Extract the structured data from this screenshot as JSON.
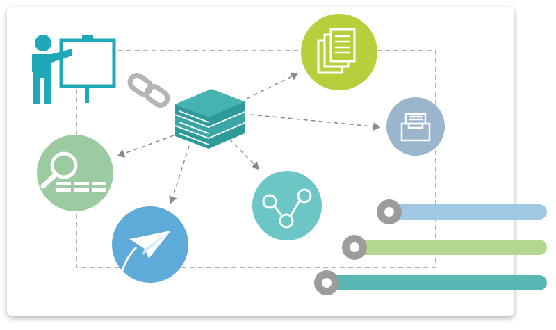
{
  "colors": {
    "card": "#ffffff",
    "dashed_line": "#9a9a9a",
    "presenter": "#1fa9b8",
    "chain": "#b5b5b5",
    "books": "#3aa6a6",
    "documents_circle": "#b6cf3c",
    "archive_circle": "#9bb5cc",
    "search_circle": "#9ccba2",
    "send_circle": "#5eaad8",
    "network_circle": "#6cc6c6",
    "bar_blue": "#a0c8e4",
    "bar_green": "#b2d78e",
    "bar_teal": "#58b7b3",
    "knob": "#9c9c9c"
  },
  "icons": [
    "presenter-icon",
    "chain-link-icon",
    "books-icon",
    "documents-icon",
    "archive-inbox-icon",
    "search-data-icon",
    "paper-plane-icon",
    "network-nodes-icon"
  ],
  "sliders": [
    {
      "name": "blue",
      "level": 1
    },
    {
      "name": "green",
      "level": 1
    },
    {
      "name": "teal",
      "level": 1
    }
  ]
}
